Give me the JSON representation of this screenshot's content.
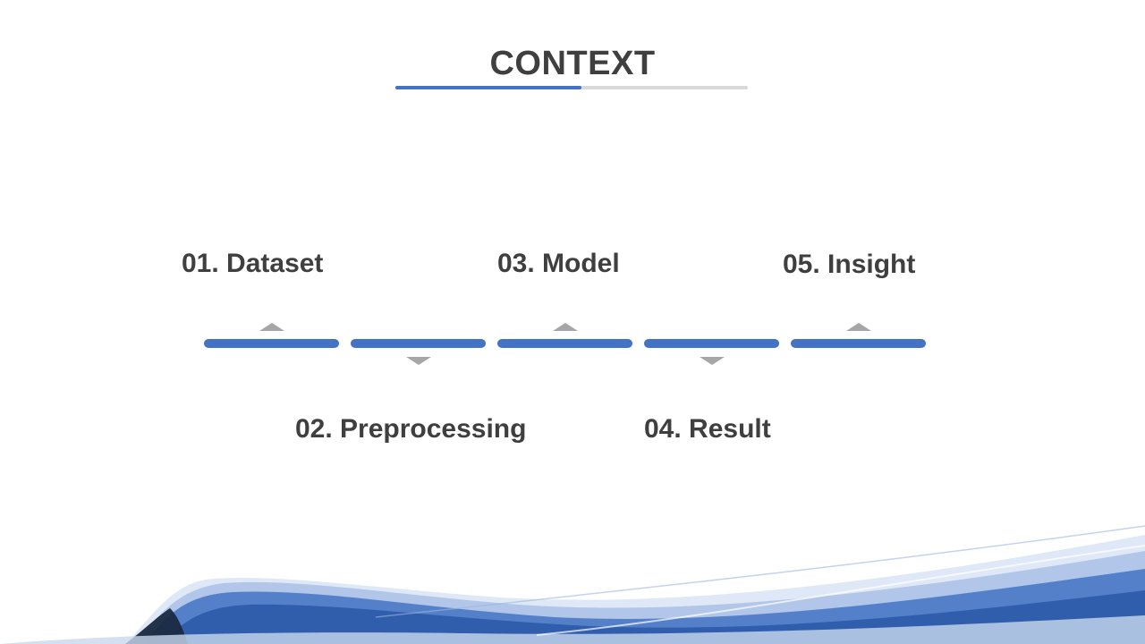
{
  "slide": {
    "title": "CONTEXT",
    "steps": [
      {
        "label": "01. Dataset"
      },
      {
        "label": "02. Preprocessing"
      },
      {
        "label": "03. Model"
      },
      {
        "label": "04. Result"
      },
      {
        "label": "05. Insight"
      }
    ]
  },
  "colors": {
    "accent": "#4472c4",
    "text": "#3f3f3f",
    "marker": "#a6a6a6",
    "rule": "#d9d9d9"
  }
}
